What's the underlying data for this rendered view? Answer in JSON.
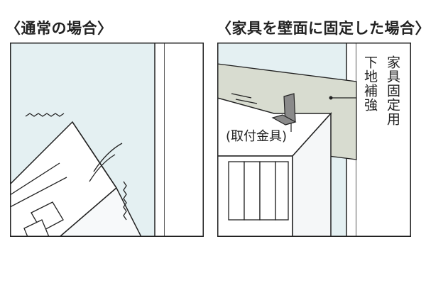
{
  "left_panel": {
    "heading": "〈通常の場合〉"
  },
  "right_panel": {
    "heading": "〈家具を壁面に固定した場合〉",
    "callout_bracket": "(取付金具)",
    "callout_reinforcement": "下地補強",
    "callout_furniture": "家具固定用"
  },
  "colors": {
    "wall": "#e4f0f2",
    "reinforcement": "#d8dcd0",
    "outline": "#222222",
    "furniture": "#ffffff",
    "bracket": "#8a8a8a"
  }
}
